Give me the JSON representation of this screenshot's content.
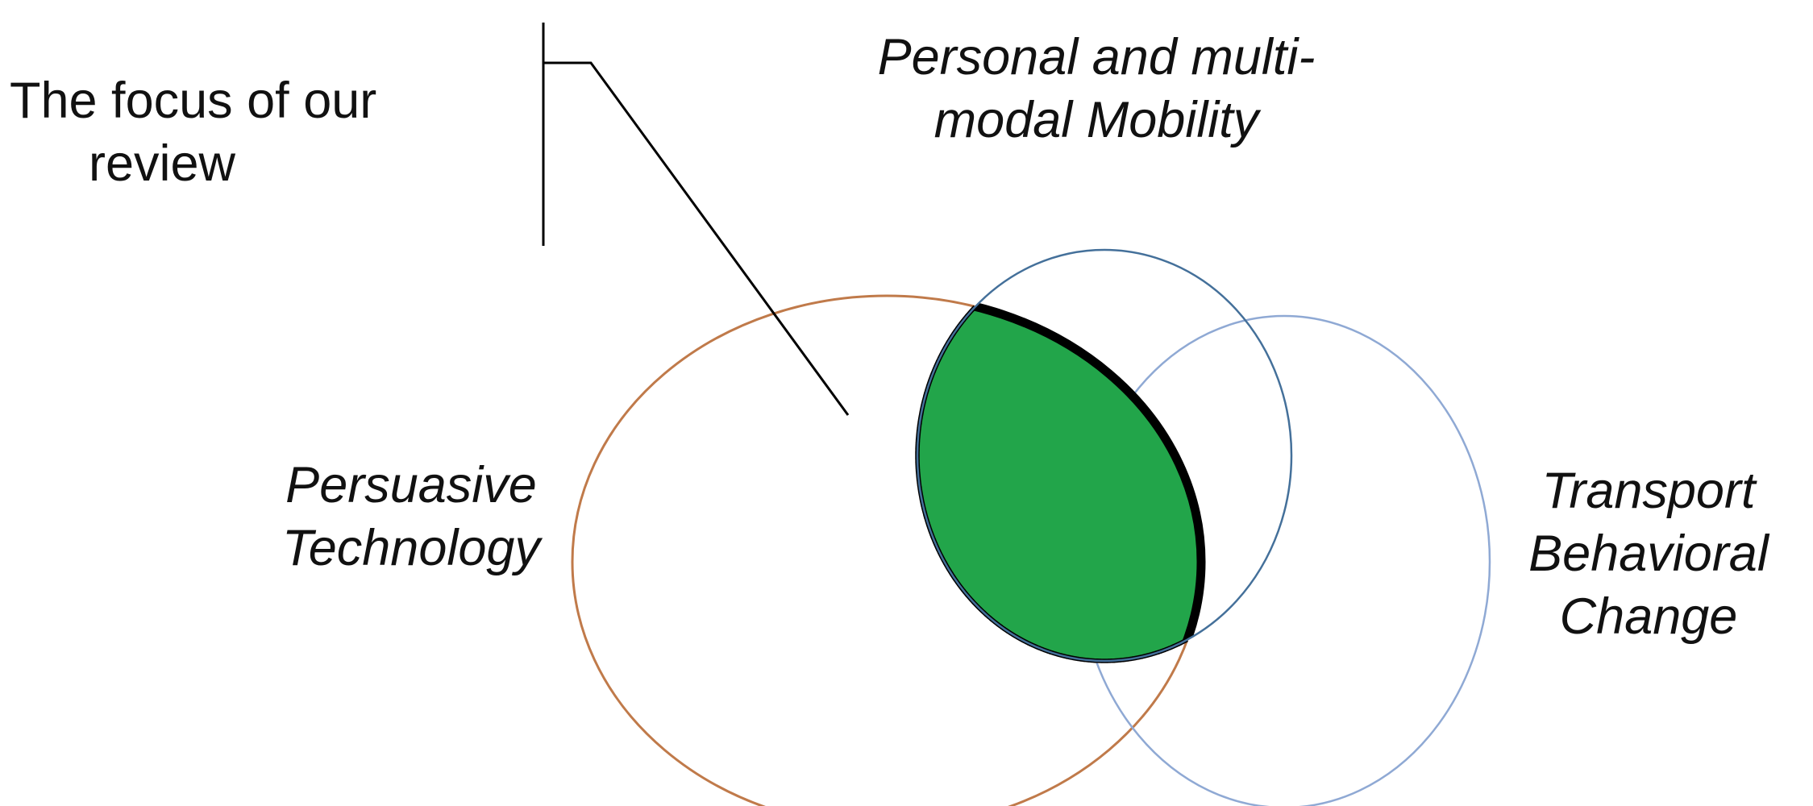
{
  "callout": {
    "lines": [
      "The focus of our",
      "review"
    ]
  },
  "circles": {
    "mobility": {
      "lines": [
        "Personal and multi-",
        "modal Mobility"
      ],
      "color": "#44709a"
    },
    "persuasive": {
      "lines": [
        "Persuasive",
        "Technology"
      ],
      "color": "#c07a4a"
    },
    "transport": {
      "lines": [
        "Transport",
        "Behavioral",
        "Change"
      ],
      "color": "#8fa9d4"
    }
  },
  "focus_region": {
    "fill": "#22a54a",
    "outline": "#000000"
  }
}
